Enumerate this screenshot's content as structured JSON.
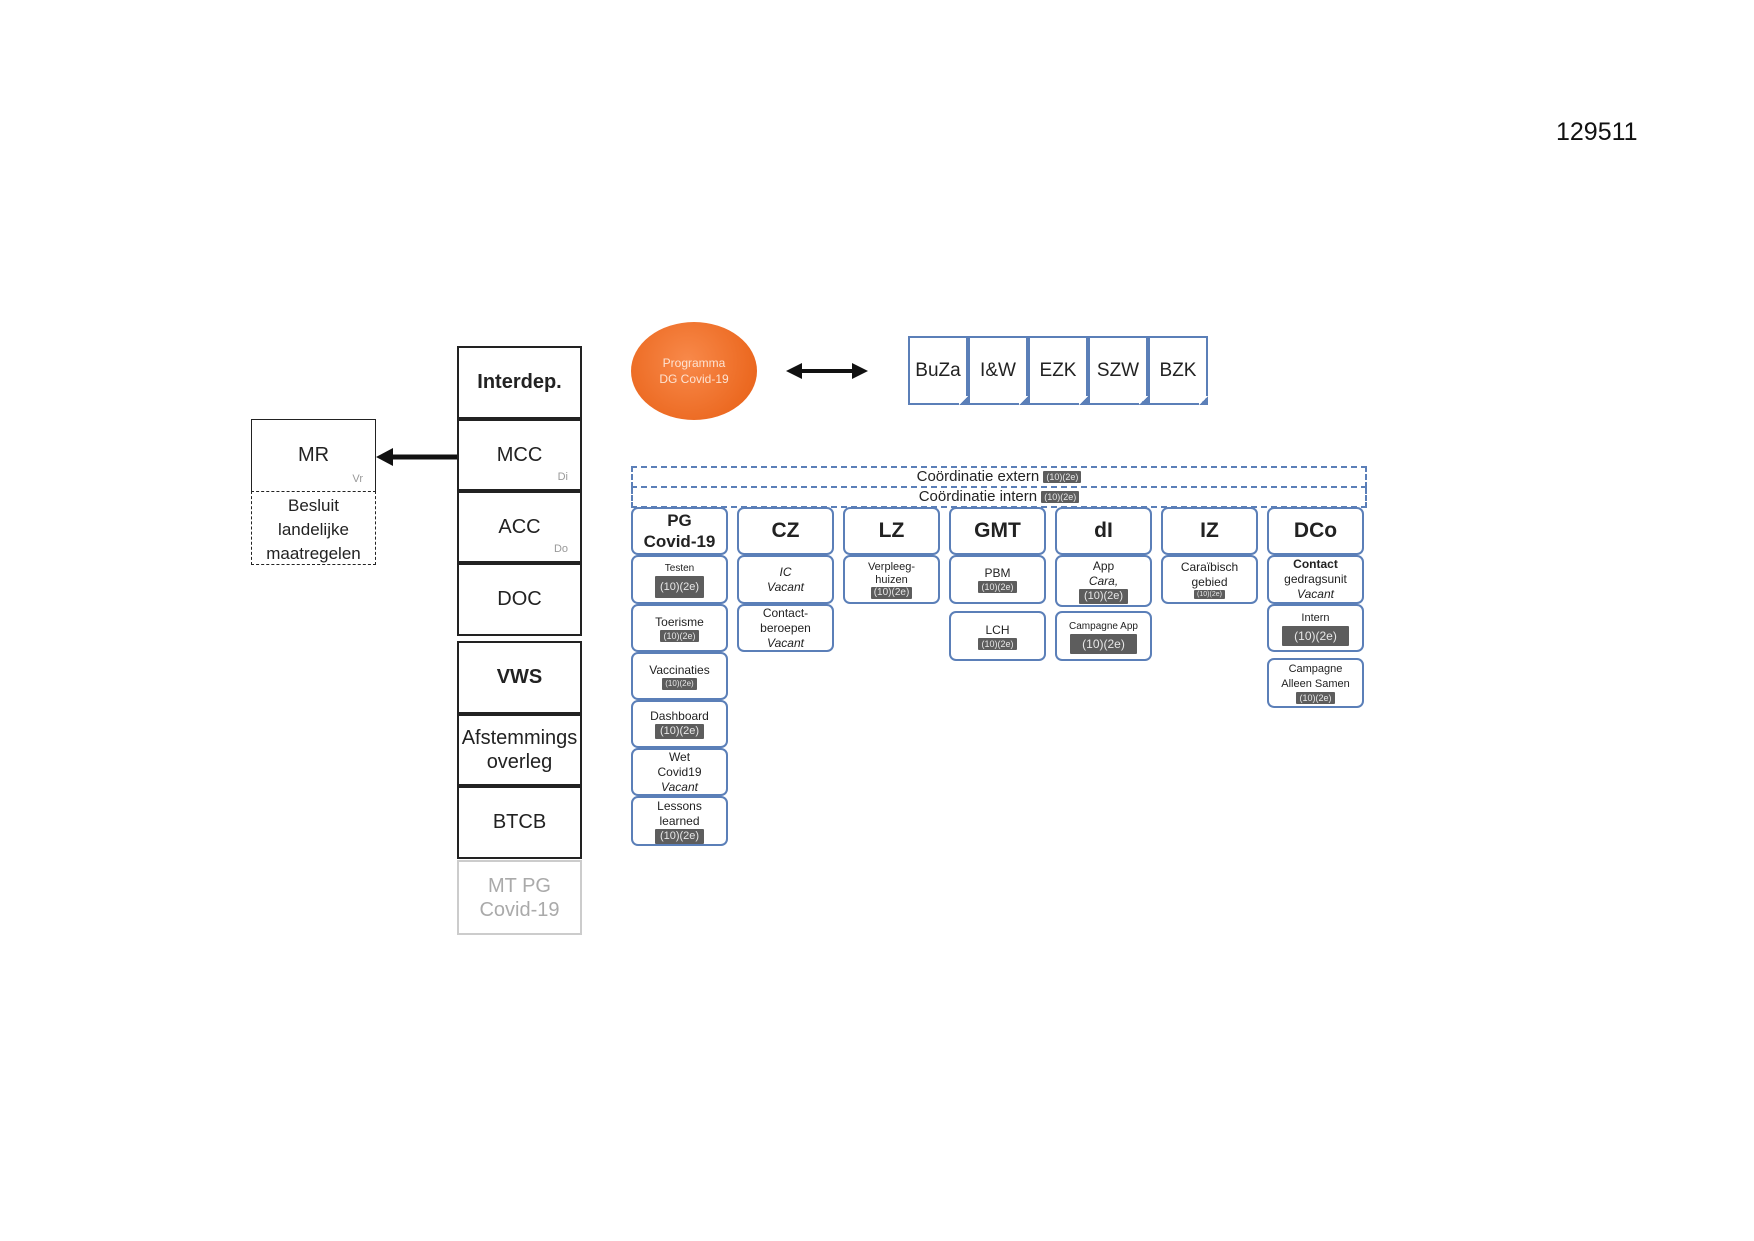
{
  "doc_id": "129511",
  "mr": {
    "title": "MR",
    "tag": "Vr",
    "decision_lines": [
      "Besluit",
      "landelijke",
      "maatregelen"
    ]
  },
  "stack": {
    "interdep": "Interdep.",
    "mcc": "MCC",
    "mcc_tag": "Di",
    "acc": "ACC",
    "acc_tag": "Do",
    "doc": "DOC",
    "vws": "VWS",
    "afstemming_1": "Afstemmings",
    "afstemming_2": "overleg",
    "btcb": "BTCB",
    "mtpg_1": "MT PG",
    "mtpg_2": "Covid-19"
  },
  "programma": {
    "line1": "Programma",
    "line2": "DG Covid-19"
  },
  "ministries": [
    "BuZa",
    "I&W",
    "EZK",
    "SZW",
    "BZK"
  ],
  "coordination": {
    "extern": "Coördinatie extern",
    "intern": "Coördinatie intern",
    "redaction": "(10)(2e)"
  },
  "columns": {
    "pg": {
      "line1": "PG",
      "line2": "Covid-19"
    },
    "cz": "CZ",
    "lz": "LZ",
    "gmt": "GMT",
    "di": "dI",
    "iz": "IZ",
    "dco": "DCo"
  },
  "pg_items": {
    "testen": "Testen",
    "toerisme": "Toerisme",
    "vaccinaties": "Vaccinaties",
    "dashboard": "Dashboard",
    "wet_1": "Wet",
    "wet_2": "Covid19",
    "vacant": "Vacant",
    "lessons_1": "Lessons",
    "lessons_2": "learned"
  },
  "cz_items": {
    "ic": "IC",
    "vacant": "Vacant",
    "contact_1": "Contact-",
    "contact_2": "beroepen"
  },
  "lz_items": {
    "line1": "Verpleeg-",
    "line2": "huizen"
  },
  "gmt_items": {
    "pbm": "PBM",
    "lch": "LCH"
  },
  "di_items": {
    "app": "App",
    "cara": "Cara,",
    "campagne_app": "Campagne App"
  },
  "iz_items": {
    "line1": "Caraïbisch",
    "line2": "gebied"
  },
  "dco_items": {
    "contact_1": "Contact",
    "contact_2": "gedragsunit",
    "vacant": "Vacant",
    "intern": "Intern",
    "campagne_1": "Campagne",
    "campagne_2": "Alleen Samen"
  },
  "redaction_label": "(10)(2e)",
  "colors": {
    "accent_blue": "#5b7fb8",
    "orange": "#ec6a22",
    "redaction": "#5d5d5d"
  }
}
